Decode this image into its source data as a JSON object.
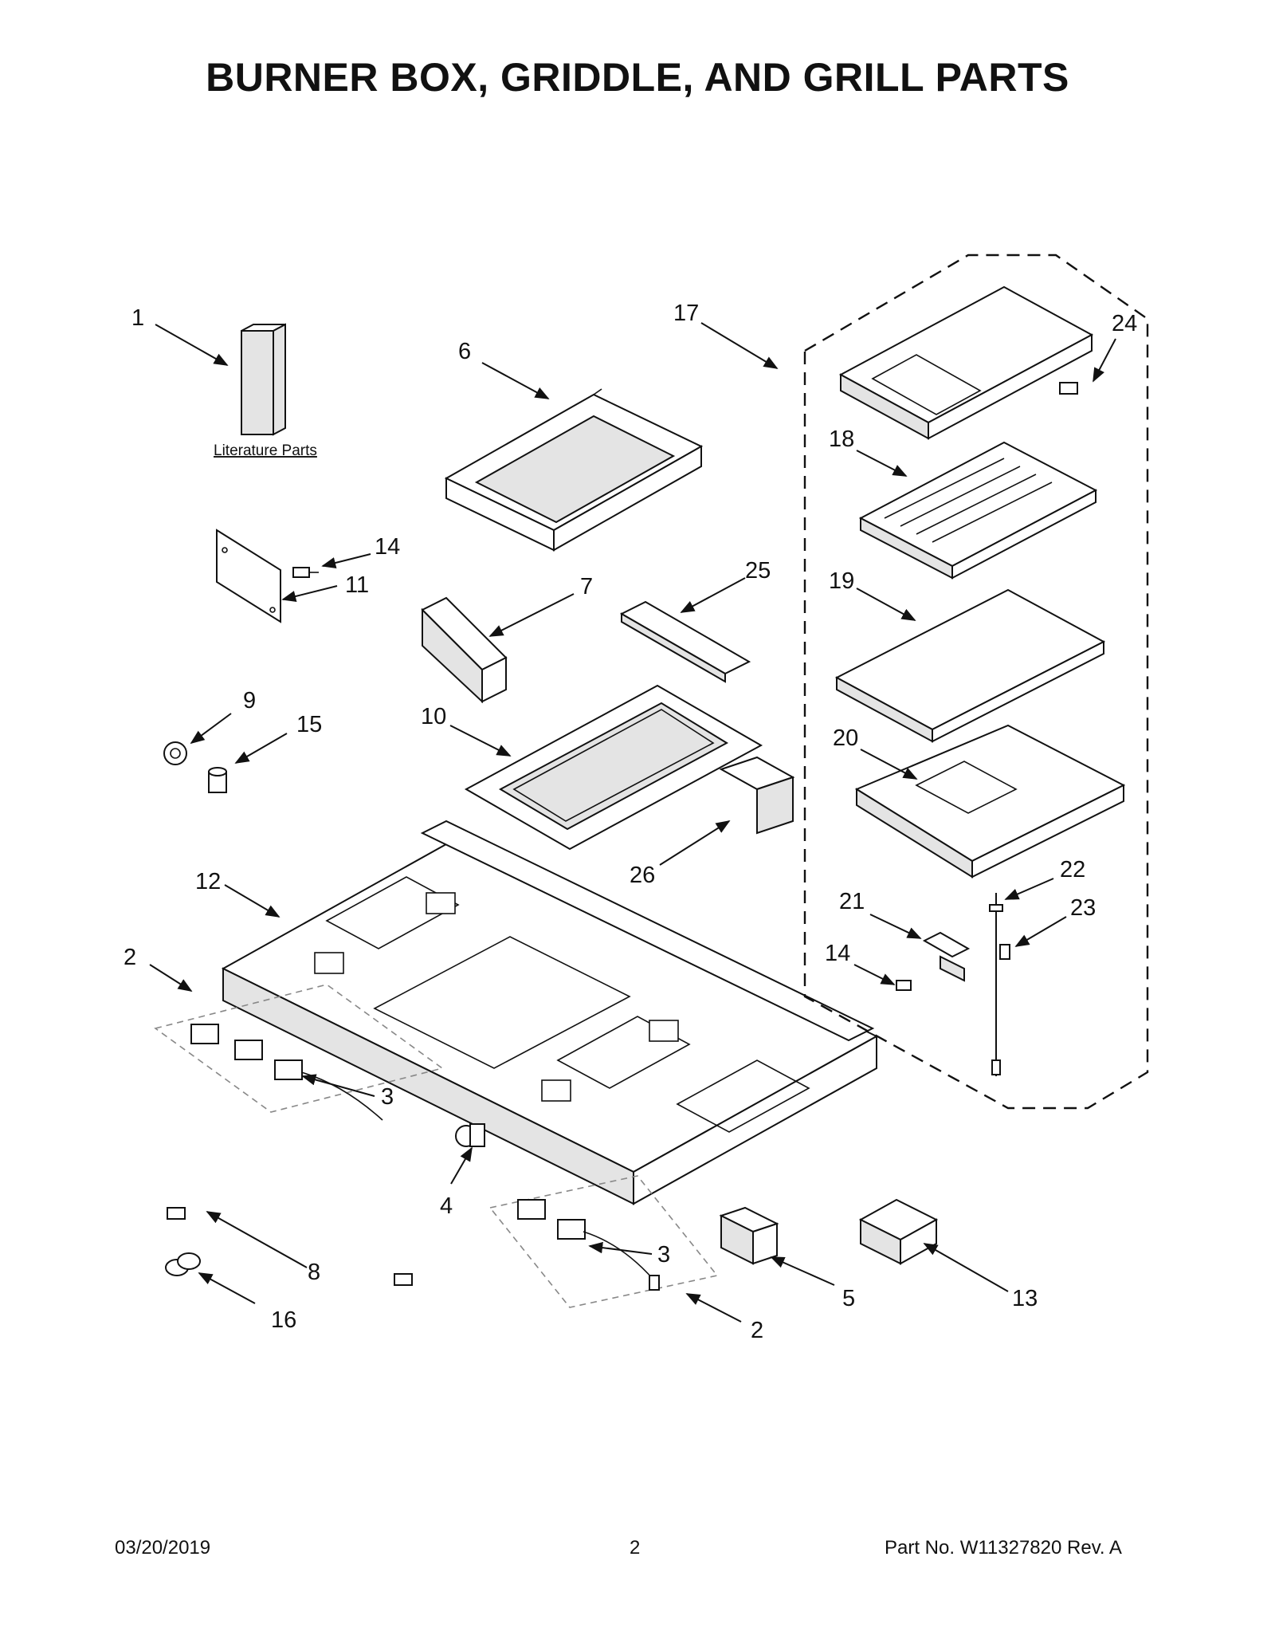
{
  "header": {
    "title": "BURNER BOX, GRIDDLE, AND GRILL PARTS"
  },
  "diagram": {
    "literature_label": "Literature Parts",
    "callouts": [
      "1",
      "6",
      "17",
      "24",
      "18",
      "14",
      "11",
      "7",
      "25",
      "19",
      "9",
      "15",
      "10",
      "20",
      "26",
      "12",
      "22",
      "21",
      "23",
      "14",
      "2",
      "3",
      "4",
      "8",
      "3",
      "5",
      "13",
      "16",
      "2"
    ]
  },
  "footer": {
    "date": "03/20/2019",
    "page": "2",
    "part_no": "Part No.  W11327820  Rev.  A"
  }
}
